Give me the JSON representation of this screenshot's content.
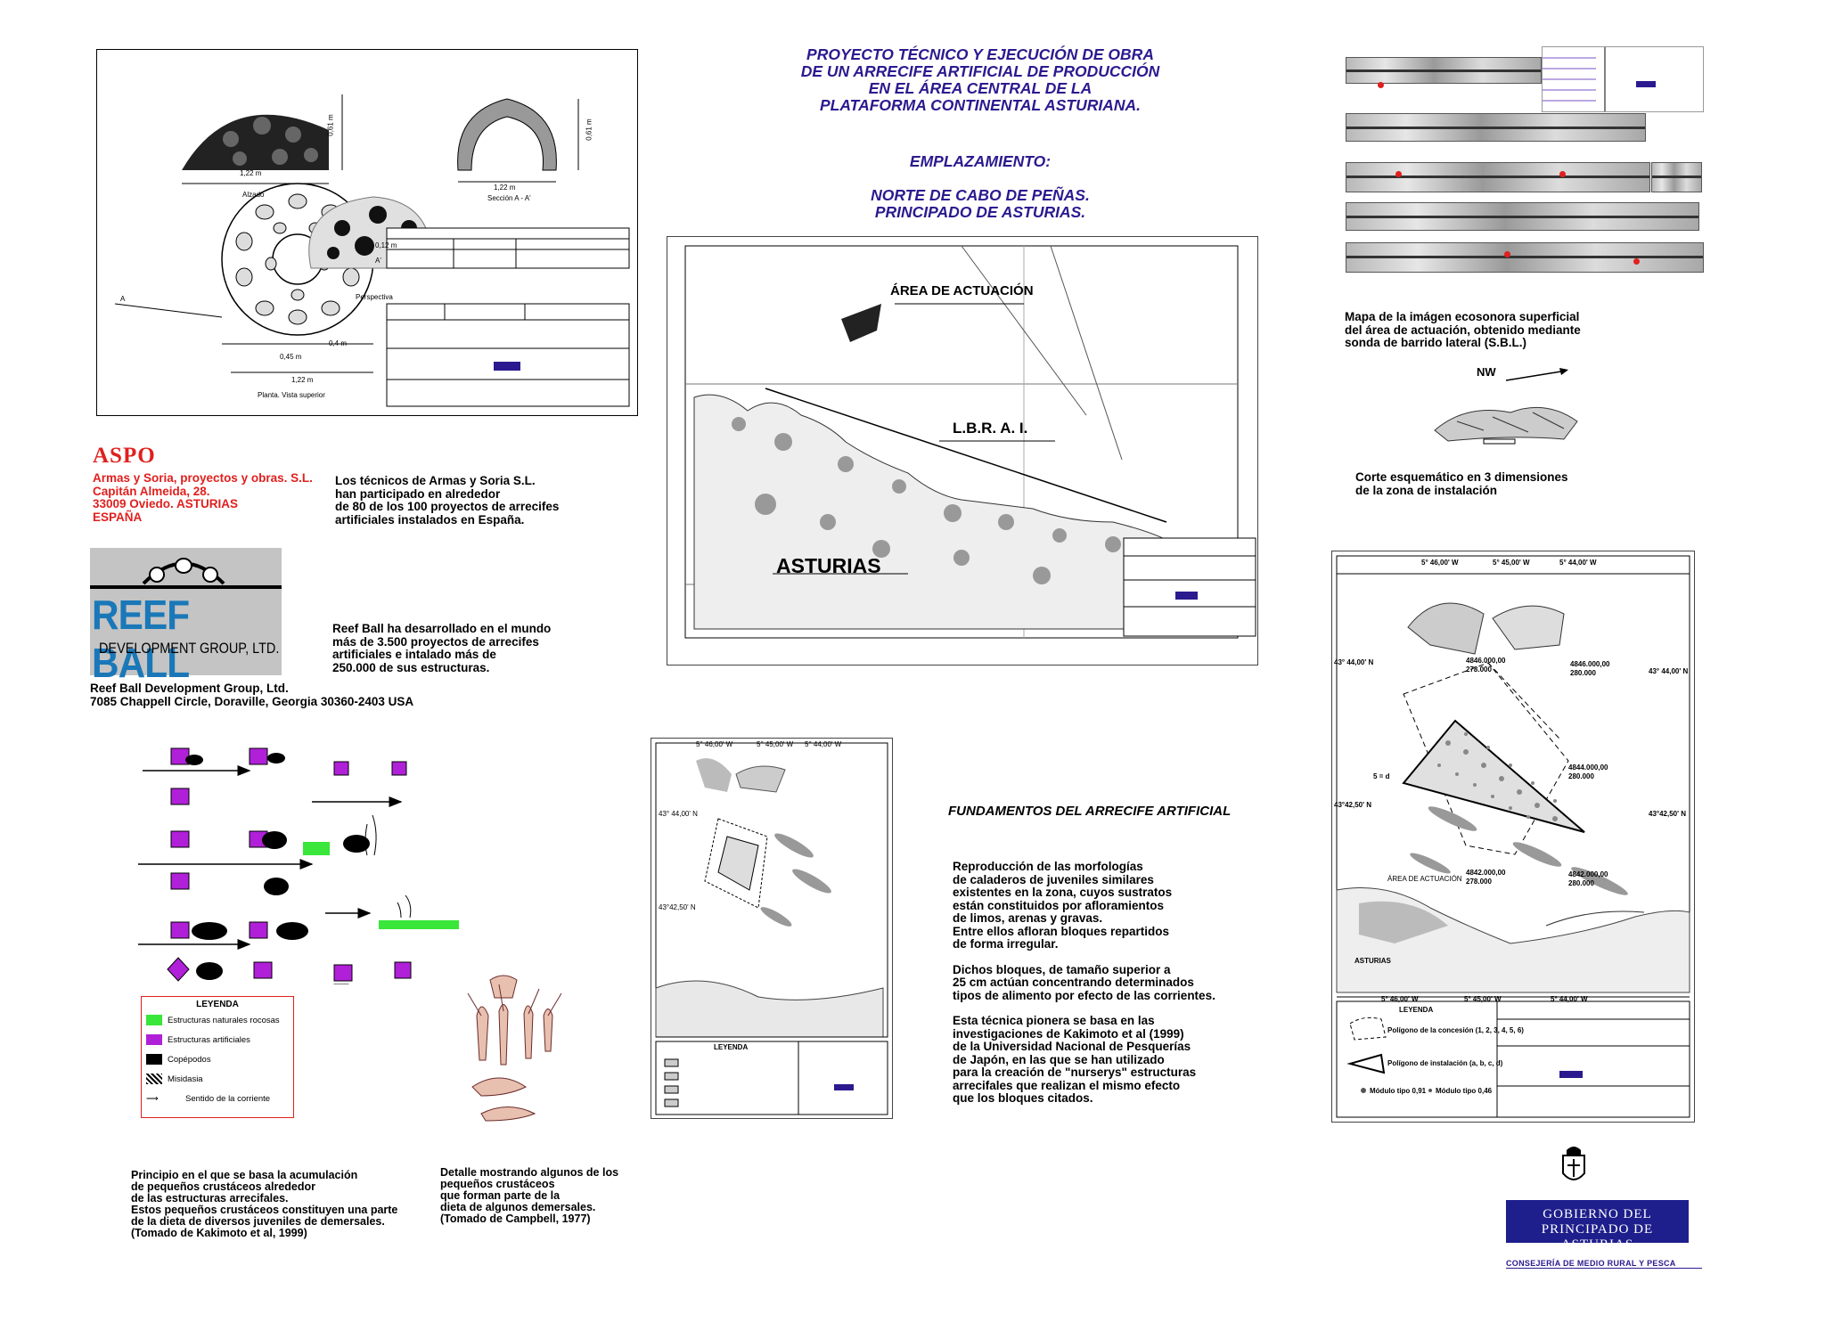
{
  "title": {
    "line1": "PROYECTO TÉCNICO Y EJECUCIÓN DE OBRA",
    "line2": "DE UN ARRECIFE ARTIFICIAL DE PRODUCCIÓN",
    "line3": "EN EL ÁREA CENTRAL DE LA",
    "line4": "PLATAFORMA CONTINENTAL ASTURIANA."
  },
  "location": {
    "heading": "EMPLAZAMIENTO:",
    "line1": "NORTE DE CABO DE PEÑAS.",
    "line2": "PRINCIPADO DE ASTURIAS."
  },
  "drawing": {
    "dim_width": "1,22 m",
    "dim_height": "0,61 m",
    "view_alzado": "Alzado",
    "view_seccion": "Sección A - A'",
    "view_planta": "Planta. Vista superior",
    "view_perspectiva": "Perspectiva",
    "dim_hole": "0,12 m",
    "dim_inner": "0,45 m",
    "dim_04": "0,4 m",
    "label_a": "A",
    "label_a2": "A'"
  },
  "aspo": {
    "logo": "ASPO",
    "line1": "Armas y Soria, proyectos y obras. S.L.",
    "line2": "Capitán Almeida, 28.",
    "line3": "33009 Oviedo. ASTURIAS",
    "line4": "ESPAÑA",
    "text1": "Los técnicos de Armas y Soria S.L.",
    "text2": "han participado en alrededor",
    "text3": "de 80 de los 100 proyectos de arrecifes",
    "text4": "artificiales instalados en España."
  },
  "reefball": {
    "logo_top": "REEF BALL",
    "logo_bottom": "DEVELOPMENT GROUP, LTD.",
    "text1": "Reef Ball ha desarrollado en el mundo",
    "text2": "más de 3.500 proyectos de arrecifes",
    "text3": "artificiales e intalado más de",
    "text4": "250.000 de sus estructuras.",
    "addr1": "Reef Ball Development Group, Ltd.",
    "addr2": "7085 Chappell Circle, Doraville, Georgia 30360-2403 USA"
  },
  "map_main": {
    "area_label": "ÁREA DE ACTUACIÓN",
    "lbrai": "L.B.R. A. I.",
    "region": "ASTURIAS"
  },
  "sonar": {
    "caption1": "Mapa de la imágen ecosonora superficial",
    "caption2": "del área de actuación, obtenido mediante",
    "caption3": "sonda de barrido lateral (S.B.L.)",
    "nw": "NW",
    "section1": "Corte esquemático en 3 dimensiones",
    "section2": "de la zona de instalación"
  },
  "legend": {
    "title": "LEYENDA",
    "items": [
      "Estructuras naturales rocosas",
      "Estructuras artificiales",
      "Copépodos",
      "Misidasia",
      "Sentido de la corriente"
    ]
  },
  "captions": {
    "principle1": "Principio en el que se basa la acumulación",
    "principle2": "de pequeños crustáceos alrededor",
    "principle3": "de las estructuras arrecifales.",
    "principle4": "Estos pequeños crustáceos constituyen una parte",
    "principle5": "de la dieta de diversos juveniles de demersales.",
    "principle6": "(Tomado de Kakimoto et al, 1999)",
    "detail1": "Detalle mostrando algunos de los",
    "detail2": "pequeños crustáceos",
    "detail3": "que forman parte de la",
    "detail4": "dieta de algunos demersales.",
    "detail5": "(Tomado de Campbell, 1977)"
  },
  "fundamentos": {
    "heading": "FUNDAMENTOS DEL ARRECIFE ARTIFICIAL",
    "p1": [
      "Reproducción de las morfologías",
      "de caladeros de juveniles similares",
      "existentes en la zona, cuyos sustratos",
      "están constituidos por afloramientos",
      "de limos, arenas y gravas.",
      "Entre ellos afloran bloques repartidos",
      "de forma irregular."
    ],
    "p2": [
      "Dichos bloques, de tamaño superior a",
      "25 cm actúan concentrando determinados",
      "tipos de alimento por efecto de las corrientes."
    ],
    "p3": [
      "Esta técnica pionera se basa en las",
      "investigaciones de Kakimoto et al (1999)",
      "de la Universidad Nacional de Pesquerías",
      "de Japón, en las que se han utilizado",
      "para la creación de \"nurserys\" estructuras",
      "arrecifales que realizan el mismo efecto",
      "que los bloques citados."
    ]
  },
  "map_small": {
    "lon1": "5° 46,00' W",
    "lon2": "5° 45,00' W",
    "lon3": "5° 44,00' W",
    "lat1": "43° 44,00' N",
    "lat2": "43°42,50' N",
    "legend": "LEYENDA"
  },
  "map_right": {
    "lon1": "5° 46,00' W",
    "lon2": "5° 45,00' W",
    "lon3": "5° 44,00' W",
    "lat_left1": "43° 44,00' N",
    "lat_right1": "43° 44,00' N",
    "lat_left2": "43°42,50' N",
    "lat_right2": "43°42,50' N",
    "c1": "4846.000,00",
    "c1b": "278.000",
    "c2": "4846.000,00",
    "c2b": "280.000",
    "c3": "4844.000,00",
    "c3b": "280.000",
    "c4": "4842.000,00",
    "c4b": "278.000",
    "c5": "4842.000,00",
    "c5b": "280.000",
    "point5": "5 = d",
    "area": "ÁREA DE ACTUACIÓN",
    "region": "ASTURIAS",
    "legend": "LEYENDA",
    "leg1": "Polígono de la concesión  (1, 2, 3, 4, 5, 6)",
    "leg2": "Polígono de instalación  (a, b, c, d)",
    "leg3": "Módulo tipo 0,91",
    "leg4": "Módulo tipo 0,46"
  },
  "government": {
    "line1": "GOBIERNO DEL",
    "line2": "PRINCIPADO DE ASTURIAS",
    "consejeria": "CONSEJERÍA DE MEDIO RURAL Y PESCA"
  }
}
